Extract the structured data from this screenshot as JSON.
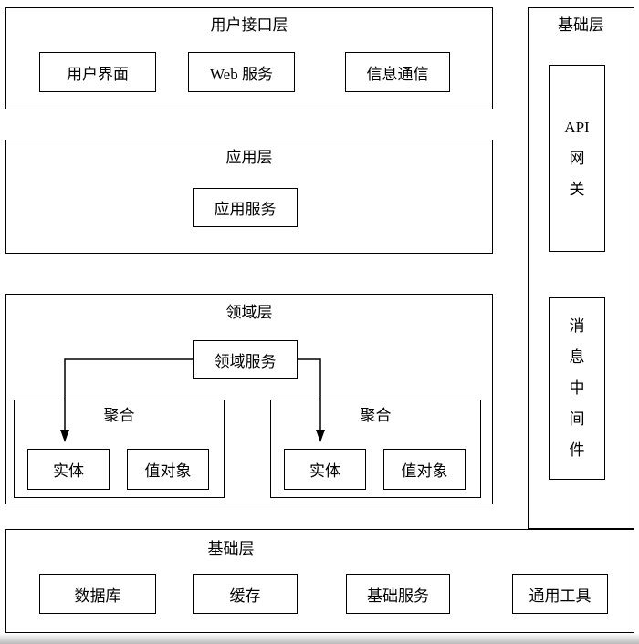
{
  "ui_layer": {
    "title": "用户接口层",
    "boxes": [
      "用户界面",
      "Web 服务",
      "信息通信"
    ]
  },
  "app_layer": {
    "title": "应用层",
    "boxes": [
      "应用服务"
    ]
  },
  "domain_layer": {
    "title": "领域层",
    "service": "领域服务",
    "aggregates": [
      {
        "title": "聚合",
        "entity": "实体",
        "value_object": "值对象"
      },
      {
        "title": "聚合",
        "entity": "实体",
        "value_object": "值对象"
      }
    ]
  },
  "infra_right": {
    "title": "基础层",
    "api_gateway": "API\n网\n关",
    "message_middleware": "消\n息\n中\n间\n件"
  },
  "infra_bottom": {
    "title": "基础层",
    "boxes": [
      "数据库",
      "缓存",
      "基础服务",
      "通用工具"
    ]
  },
  "colors": {
    "line": "#000000",
    "background": "#ffffff"
  }
}
